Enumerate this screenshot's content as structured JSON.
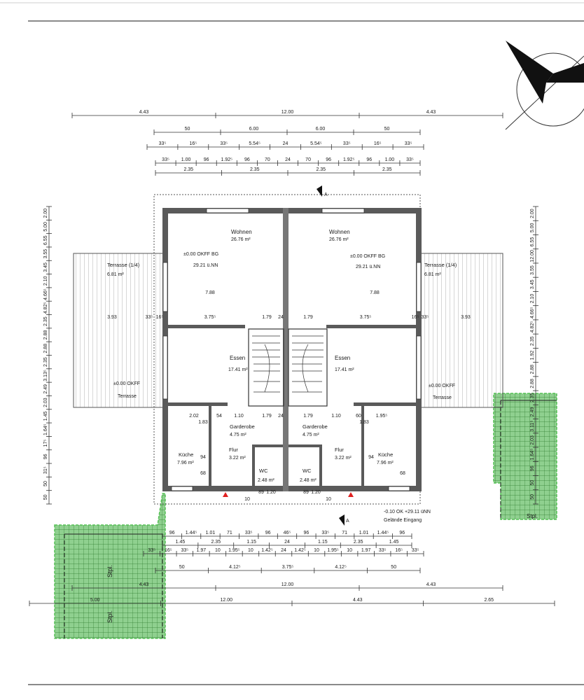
{
  "colors": {
    "line": "#2a2a2a",
    "wall": "#555555",
    "green": "#3a9a3a",
    "greenFill": "#8fd08f",
    "red": "#e02020"
  },
  "dims": {
    "top1": [
      "4.43",
      "12.00",
      "4.43"
    ],
    "top2": [
      "50",
      "6.00",
      "6.00",
      "50"
    ],
    "top3": [
      "33⁵",
      "16⁵",
      "33⁵",
      "5.54⁵",
      "24",
      "5.54⁵",
      "33⁵",
      "16⁵",
      "33⁵"
    ],
    "top4": [
      "33⁵",
      "1.00",
      "96",
      "1.92⁵",
      "96",
      "70",
      "24",
      "70",
      "96",
      "1.92⁵",
      "96",
      "1.00",
      "33⁵"
    ],
    "top5": [
      "2.35",
      "2.35",
      "2.35",
      "2.35"
    ],
    "bot1": [
      "96",
      "1.44⁵",
      "1.01",
      "71",
      "33⁵",
      "96",
      "46⁵",
      "96",
      "33⁵",
      "71",
      "1.01",
      "1.44⁵",
      "96"
    ],
    "bot2": [
      "1.45",
      "2.35",
      "1.15",
      "24",
      "1.15",
      "2.35",
      "1.45"
    ],
    "bot3": [
      "33⁵",
      "16⁵",
      "33⁵",
      "1.97",
      "10",
      "1.95⁵",
      "10",
      "1.42⁵",
      "24",
      "1.42⁵",
      "10",
      "1.95⁵",
      "10",
      "1.97",
      "33⁵",
      "16⁵",
      "33⁵"
    ],
    "bot4": [
      "50",
      "4.12⁵",
      "3.75⁵",
      "4.12⁵",
      "50"
    ],
    "bot5": [
      "4.43",
      "12.00",
      "4.43"
    ],
    "bot6": [
      "5.00",
      "12.00",
      "4.43",
      "2.65"
    ],
    "left": [
      "2.00",
      "5.00",
      "6.55",
      "3.55",
      "3.45",
      "2.10",
      "4.66⁵",
      "4.82⁵",
      "2.35",
      "2.88",
      "2.88",
      "2.35",
      "3.13⁵",
      "2.49",
      "2.03",
      "1.45",
      "1.64⁵",
      "17⁵",
      "96",
      "31⁵",
      "50",
      "50"
    ],
    "right": [
      "2.00",
      "5.00",
      "6.55",
      "12.00",
      "3.55",
      "3.45",
      "2.10",
      "4.66⁵",
      "4.82⁵",
      "2.35",
      "1.92",
      "2.88",
      "2.88",
      "2.35",
      "2.49",
      "3.11⁵",
      "2.03",
      "1.64⁵",
      "96",
      "50",
      "50"
    ],
    "inner": [
      "3.93",
      "33⁵",
      "16⁵",
      "3.75⁵",
      "1.79",
      "24",
      "1.79",
      "3.75⁵",
      "16⁵",
      "33⁵",
      "3.93",
      "7.88",
      "7.88",
      "2.02",
      "1.10",
      "1.79",
      "24",
      "1.79",
      "1.10",
      "1.95⁵",
      "54",
      "60",
      "1.83",
      "1.83",
      "89",
      "1.20",
      "89",
      "1.20",
      "94",
      "94",
      "68",
      "68",
      "10",
      "10"
    ]
  },
  "rooms": {
    "wohnen": "Wohnen",
    "wohnen_area": "26.76 m²",
    "essen": "Essen",
    "essen_area": "17.41 m²",
    "garderobe": "Garderobe",
    "garderobe_area": "4.75 m²",
    "flur": "Flur",
    "flur_area": "3.22 m²",
    "kueche": "Küche",
    "kueche_area": "7.96 m²",
    "wc": "WC",
    "wc_area": "2.48 m²",
    "terrasse": "Terrasse (1/4)",
    "terrasse_area": "6.81 m²",
    "terrasse2": "Terrasse"
  },
  "levels": {
    "okff_bg": "±0.00 OKFF BG",
    "nn": "29.21 ü.NN",
    "okff": "±0.00 OKFF",
    "entrance": "-0.10 OK +29.11 üNN",
    "gelaende": "Gelände Eingang"
  },
  "marks": {
    "section": "A",
    "stpl": "Stpl."
  }
}
